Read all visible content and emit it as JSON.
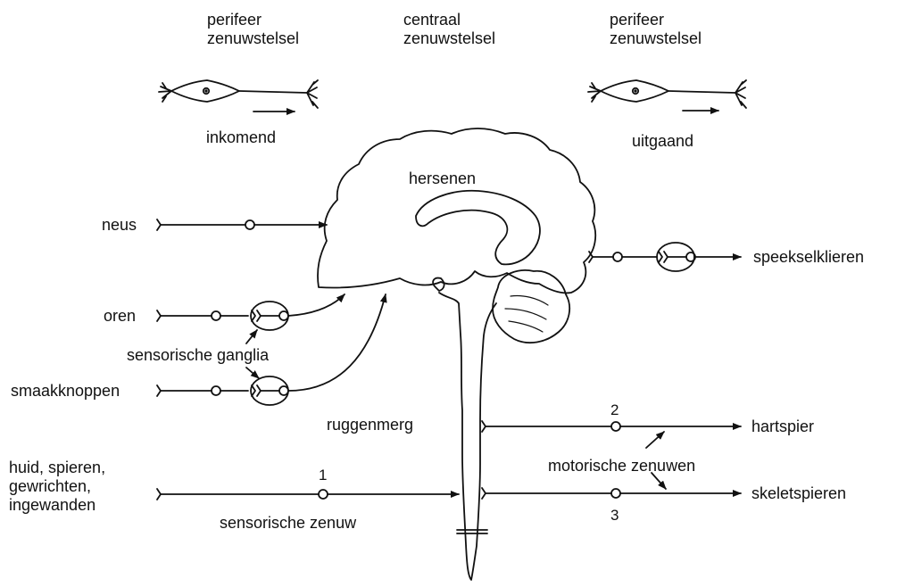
{
  "header": {
    "left_title": "perifeer\nzenuwstelsel",
    "center_title": "centraal\nzenuwstelsel",
    "right_title": "perifeer\nzenuwstelsel",
    "incoming_label": "inkomend",
    "outgoing_label": "uitgaand"
  },
  "brain": {
    "hersenen_label": "hersenen",
    "ruggenmerg_label": "ruggenmerg"
  },
  "inputs": {
    "neus": "neus",
    "oren": "oren",
    "smaakknoppen": "smaakknoppen",
    "huid": "huid, spieren,\ngewrichten,\ningewanden"
  },
  "outputs": {
    "speekselklieren": "speekselklieren",
    "hartspier": "hartspier",
    "skeletspieren": "skeletspieren"
  },
  "annotations": {
    "sensorische_ganglia": "sensorische ganglia",
    "sensorische_zenuw": "sensorische zenuw",
    "motorische_zenuwen": "motorische zenuwen",
    "num_1": "1",
    "num_2": "2",
    "num_3": "3"
  },
  "colors": {
    "stroke": "#111111",
    "background": "#ffffff"
  }
}
